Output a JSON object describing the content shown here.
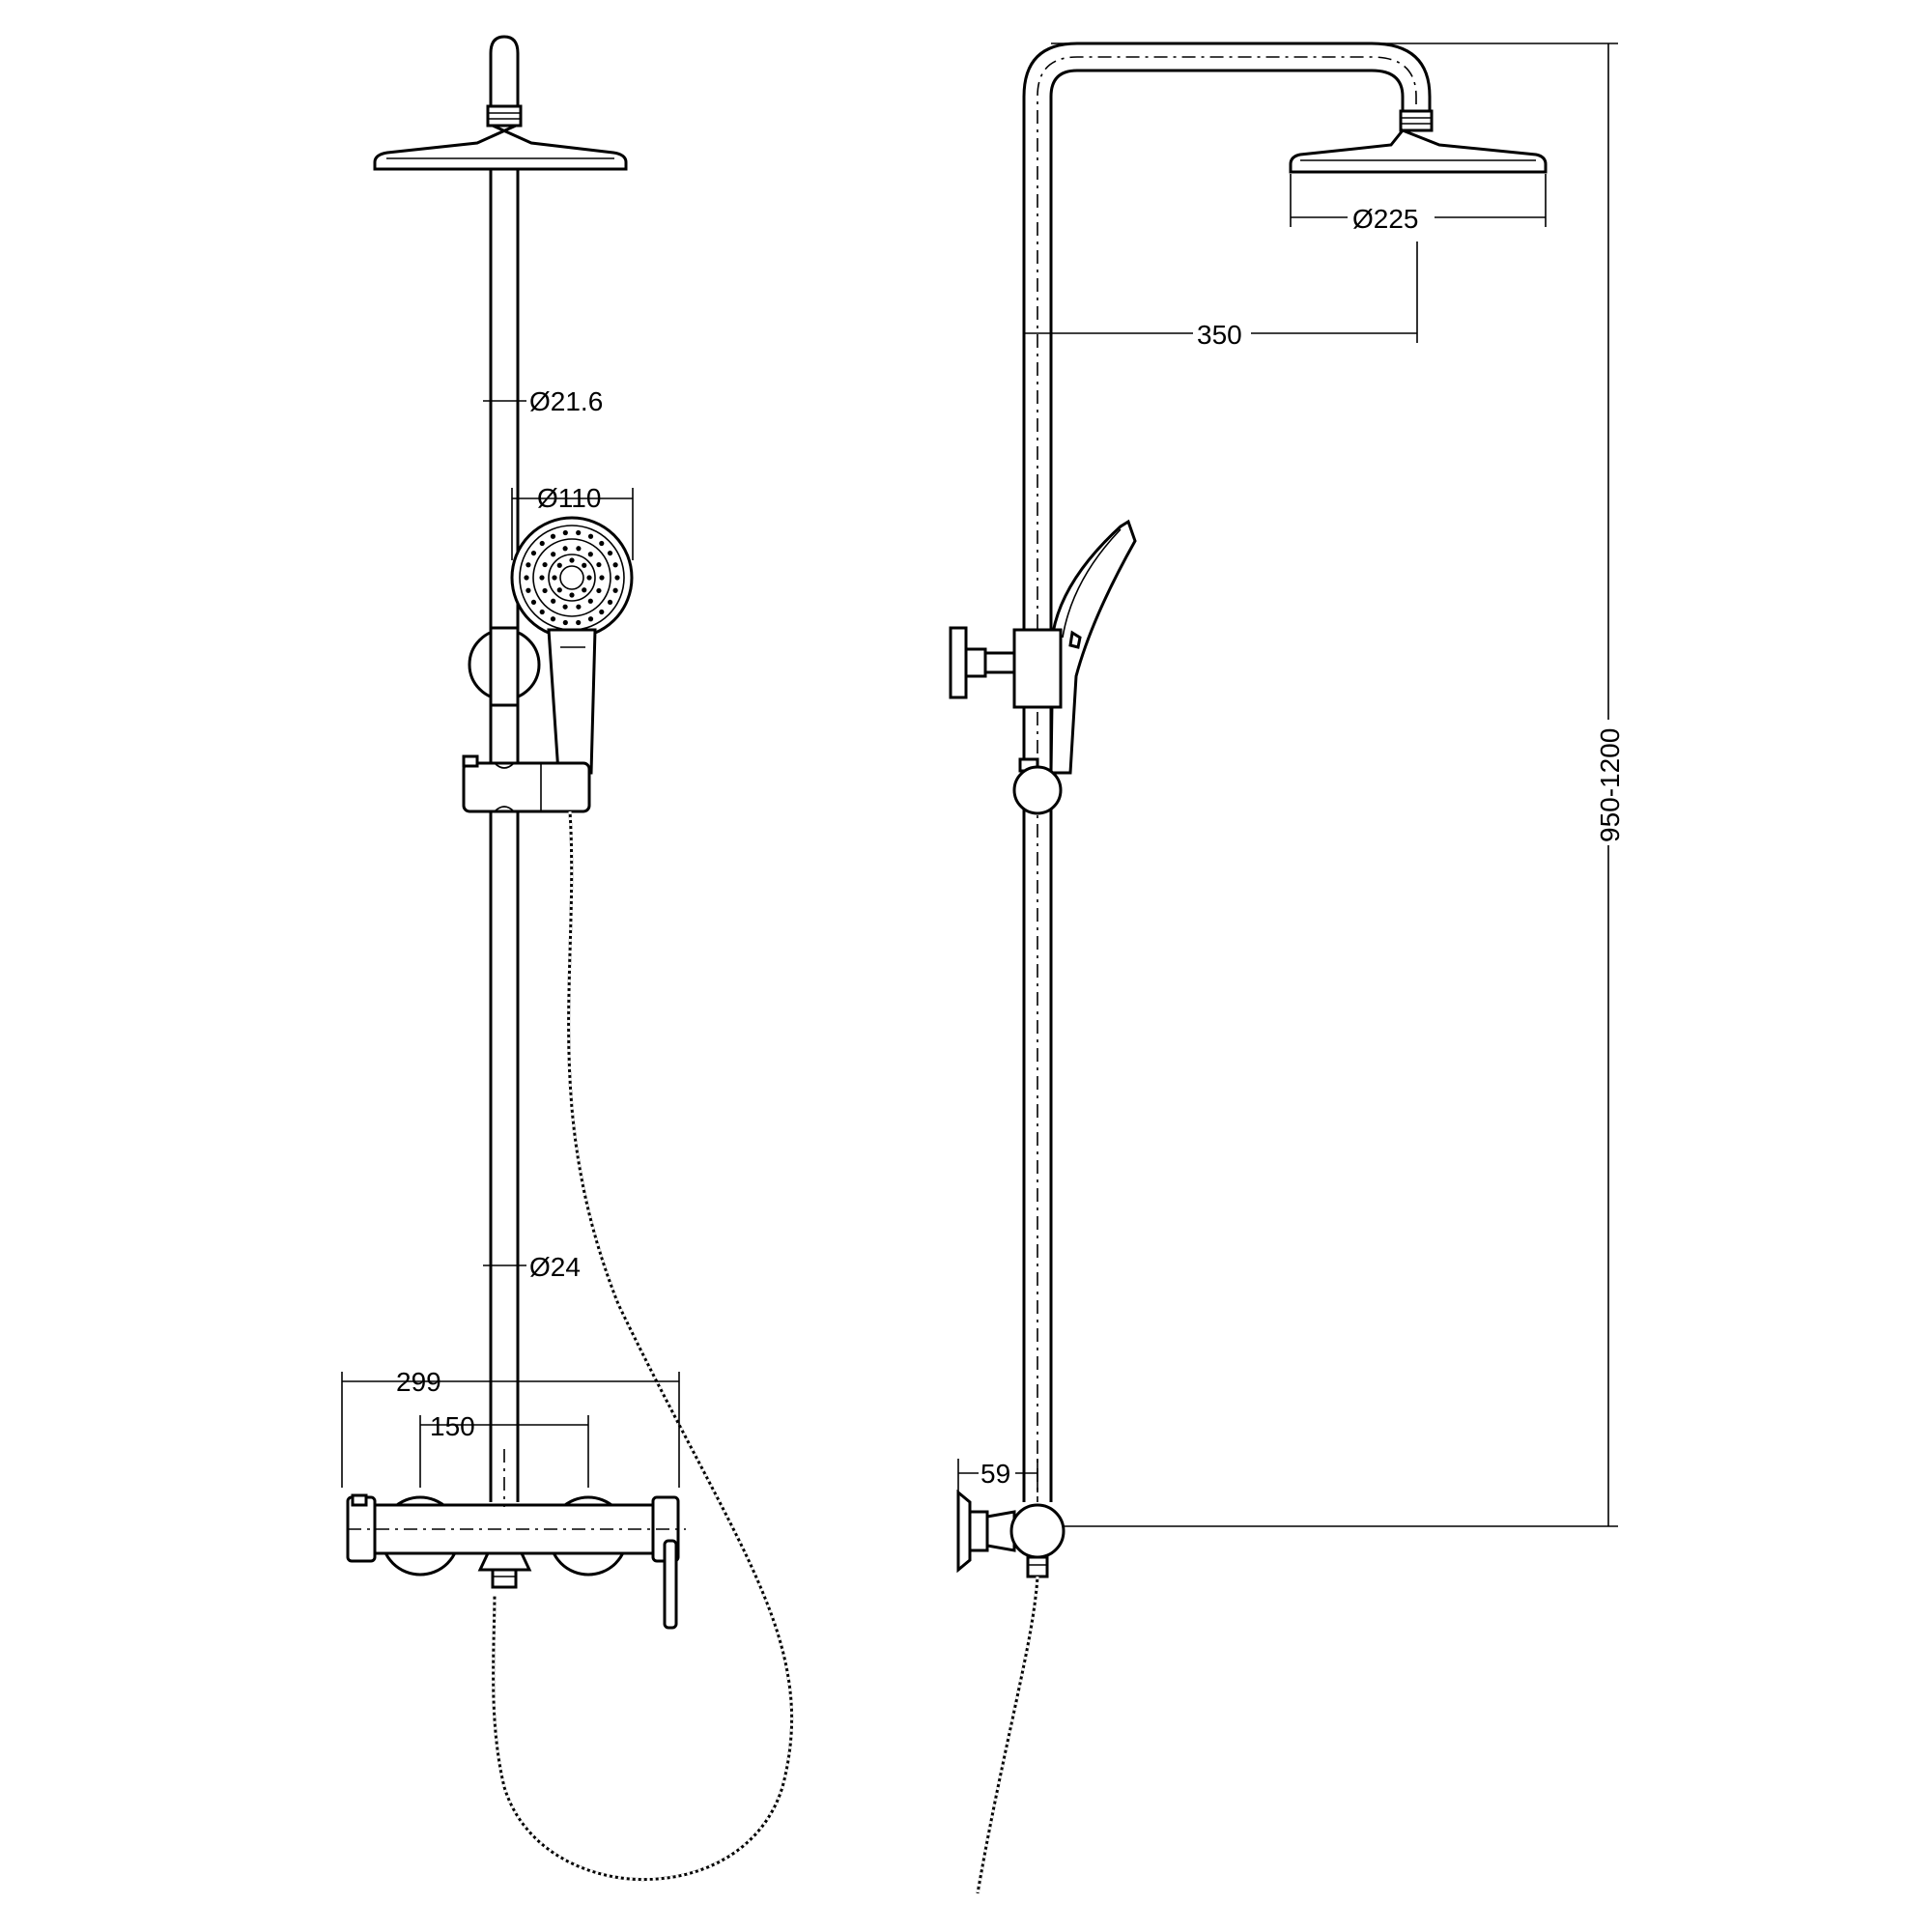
{
  "drawing": {
    "front_view": {
      "rail_diameter_upper": "Ø21.6",
      "handshower_diameter": "Ø110",
      "rail_diameter_lower": "Ø24",
      "mixer_width": "299",
      "inlet_centres": "150"
    },
    "side_view": {
      "overhead_diameter": "Ø225",
      "arm_projection": "350",
      "wall_offset": "59",
      "height_range": "950-1200"
    },
    "line_color": "#000000",
    "background": "#ffffff"
  }
}
